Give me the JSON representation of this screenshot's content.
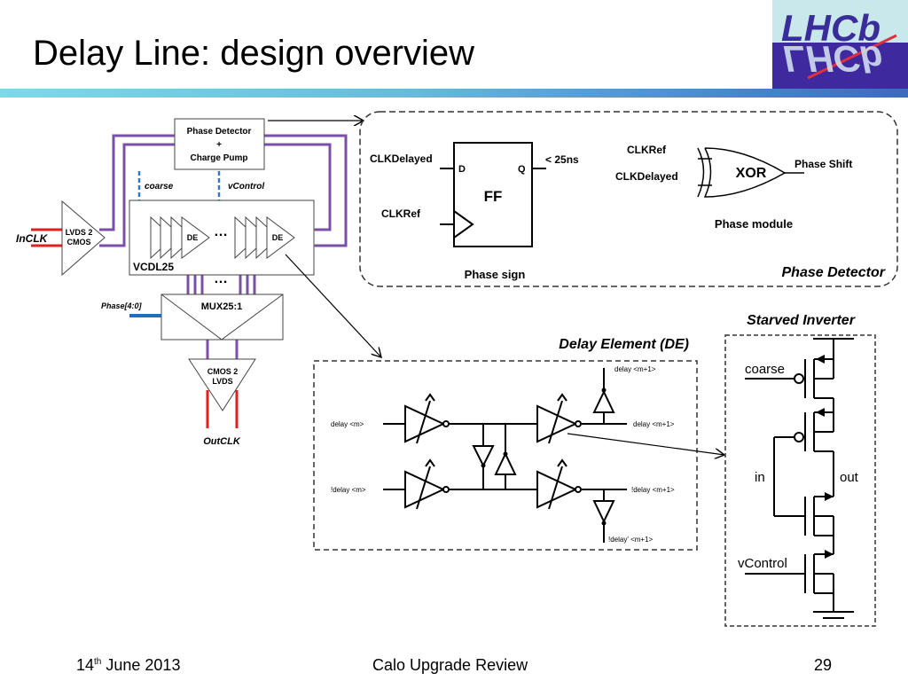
{
  "slide": {
    "title": "Delay Line: design overview",
    "logo_text": "LHCb",
    "footer": {
      "date_day": "14",
      "date_sup": "th",
      "date_rest": " June 2013",
      "event": "Calo Upgrade Review",
      "page_number": "29"
    }
  },
  "block_diagram": {
    "phase_detector_box": [
      "Phase Detector",
      "+",
      "Charge Pump"
    ],
    "coarse_label": "coarse",
    "vcontrol_label": "vControl",
    "lvds2cmos": [
      "LVDS 2",
      "CMOS"
    ],
    "inclk_label": "InCLK",
    "de_label": "DE",
    "ellipsis": "…",
    "vcdl_label": "VCDL25",
    "mux_label": "MUX25:1",
    "phase_bus_label": "Phase[4:0]",
    "cmos2lvds": [
      "CMOS 2",
      "LVDS"
    ],
    "outclk_label": "OutCLK"
  },
  "phase_detector_panel": {
    "ff": {
      "d_input_label": "CLKDelayed",
      "clk_input_label": "CLKRef",
      "d_pin": "D",
      "q_pin": "Q",
      "name": "FF",
      "output_label": "< 25ns",
      "caption": "Phase sign"
    },
    "xor": {
      "input1_label": "CLKRef",
      "input2_label": "CLKDelayed",
      "name": "XOR",
      "output_label": "Phase Shift",
      "caption": "Phase module"
    },
    "panel_title": "Phase Detector"
  },
  "delay_element_panel": {
    "title": "Delay Element (DE)",
    "inputs": [
      "delay <m>",
      "!delay <m>"
    ],
    "outputs": [
      "delay <m+1>",
      "!delay <m+1>"
    ],
    "top_tap": "delay <m+1>",
    "bottom_tap": "!delay' <m+1>"
  },
  "starved_inverter_panel": {
    "title": "Starved Inverter",
    "coarse_label": "coarse",
    "in_label": "in",
    "out_label": "out",
    "vcontrol_label": "vControl"
  },
  "colors": {
    "purple_wire": "#7b4fa8",
    "red_wire": "#e02020",
    "blue_dashed": "#2a7dc4",
    "phase_bus": "#1e6fb8"
  }
}
